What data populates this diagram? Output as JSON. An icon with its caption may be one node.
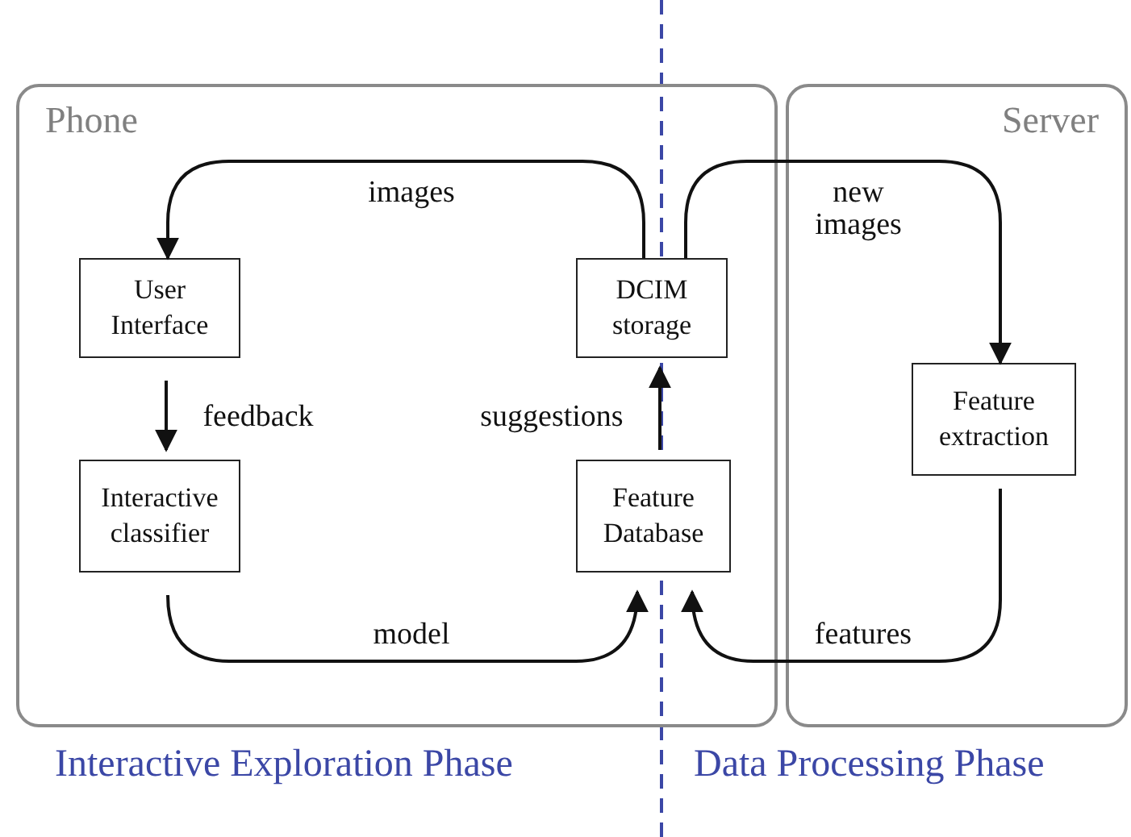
{
  "diagram": {
    "nodes": [
      {
        "text": [
          "Phone"
        ]
      },
      {
        "text": [
          "Server"
        ]
      },
      {
        "text": [
          "User Interface"
        ],
        "in": 0
      },
      {
        "text": [
          "DCIM storage"
        ],
        "in": 0
      },
      {
        "text": [
          "Interactive classifier"
        ],
        "in": 0
      },
      {
        "text": [
          "Feature Database"
        ],
        "in": 0
      },
      {
        "text": [
          "Feature extraction"
        ],
        "in": 1
      }
    ],
    "edges": [
      {
        "from": 3,
        "to": 2,
        "arrow": "to",
        "label": "images"
      },
      {
        "from": 3,
        "to": 6,
        "arrow": "to",
        "label": "new images"
      },
      {
        "from": 2,
        "to": 4,
        "arrow": "to",
        "label": "feedback"
      },
      {
        "from": 5,
        "to": 3,
        "arrow": "to",
        "label": "suggestions"
      },
      {
        "from": 4,
        "to": 5,
        "arrow": "to",
        "label": "model"
      },
      {
        "from": 6,
        "to": 5,
        "arrow": "to",
        "label": "features"
      }
    ],
    "labels": [
      "Interactive Exploration Phase",
      "Data Processing Phase"
    ]
  }
}
